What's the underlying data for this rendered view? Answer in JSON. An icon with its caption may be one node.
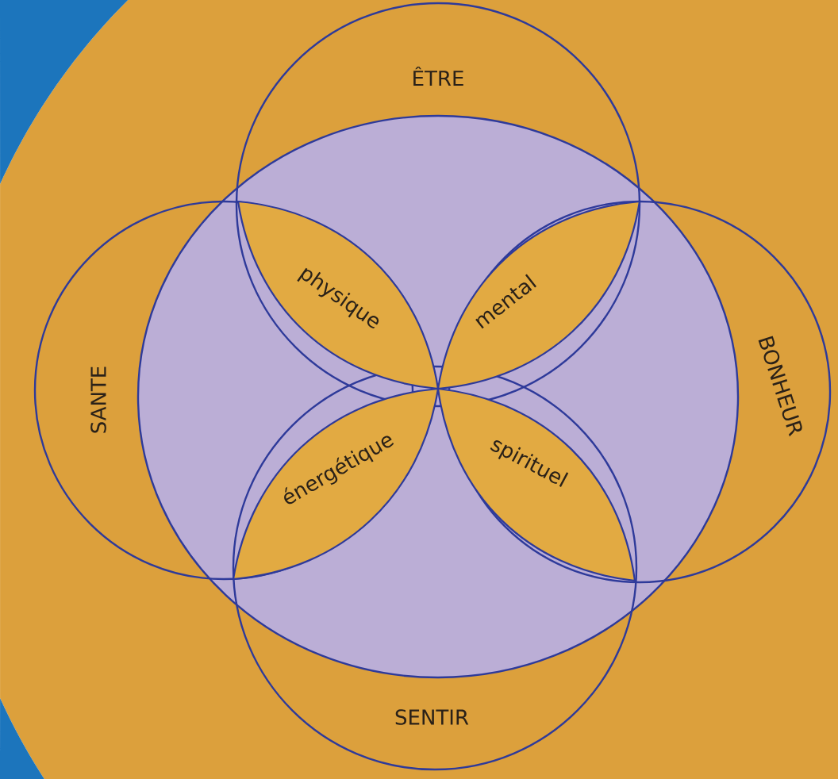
{
  "diagram": {
    "nodes": [
      {
        "text": [
          "ÊTRE"
        ]
      },
      {
        "text": [
          "SANTE"
        ]
      },
      {
        "text": [],
        "shape": "circle"
      },
      {
        "text": [
          "physique"
        ]
      },
      {
        "text": [
          "mental"
        ]
      },
      {
        "text": [
          "BONHEUR"
        ]
      },
      {
        "text": [
          "énergétique"
        ]
      },
      {
        "text": [
          "spirituel"
        ]
      },
      {
        "text": [
          "SENTIR"
        ]
      }
    ]
  }
}
